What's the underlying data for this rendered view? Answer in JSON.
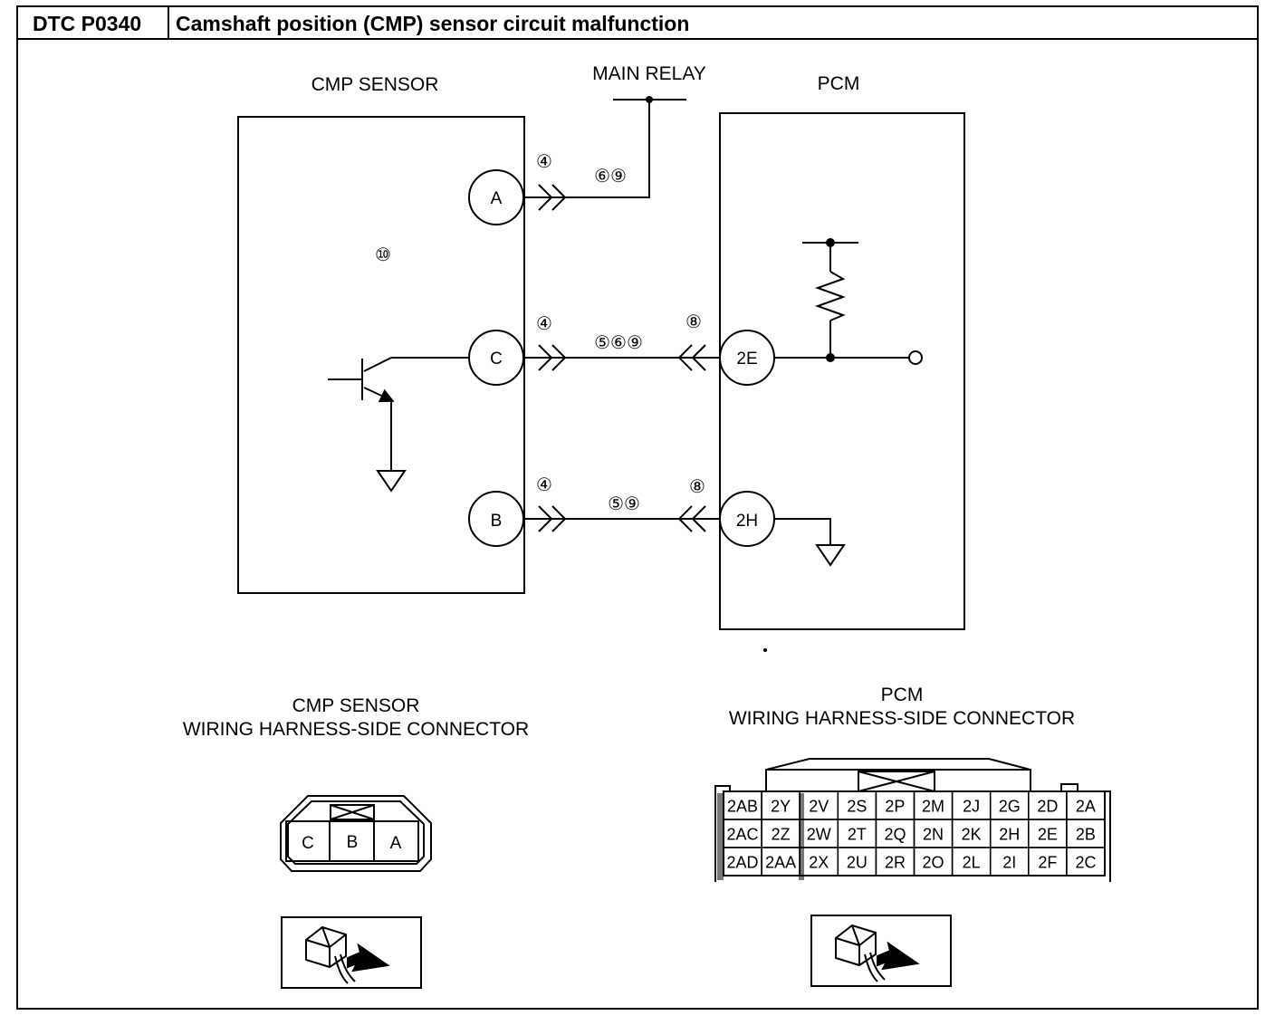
{
  "header": {
    "dtc_code": "DTC P0340",
    "title": "Camshaft position (CMP) sensor circuit malfunction"
  },
  "schematic": {
    "cmp_sensor_label": "CMP SENSOR",
    "main_relay_label": "MAIN RELAY",
    "pcm_label": "PCM",
    "cmp_pins": [
      "A",
      "C",
      "B"
    ],
    "pcm_pins": [
      "2E",
      "2H"
    ],
    "ref_numbers": {
      "sensor_box": "⑩",
      "line_a_connector": "④",
      "line_a_wire": "⑥⑨",
      "line_c_connector": "④",
      "line_c_wire": "⑤⑥⑨",
      "line_c_pcm_connector": "⑧",
      "line_b_connector": "④",
      "line_b_wire": "⑤⑨",
      "line_b_pcm_connector": "⑧"
    }
  },
  "cmp_connector": {
    "title_line1": "CMP SENSOR",
    "title_line2": "WIRING HARNESS-SIDE CONNECTOR",
    "terminals": [
      "C",
      "B",
      "A"
    ]
  },
  "pcm_connector": {
    "title_line1": "PCM",
    "title_line2": "WIRING HARNESS-SIDE CONNECTOR",
    "rows": [
      [
        "2AB",
        "2Y",
        "2V",
        "2S",
        "2P",
        "2M",
        "2J",
        "2G",
        "2D",
        "2A"
      ],
      [
        "2AC",
        "2Z",
        "2W",
        "2T",
        "2Q",
        "2N",
        "2K",
        "2H",
        "2E",
        "2B"
      ],
      [
        "2AD",
        "2AA",
        "2X",
        "2U",
        "2R",
        "2O",
        "2L",
        "2I",
        "2F",
        "2C"
      ]
    ]
  }
}
